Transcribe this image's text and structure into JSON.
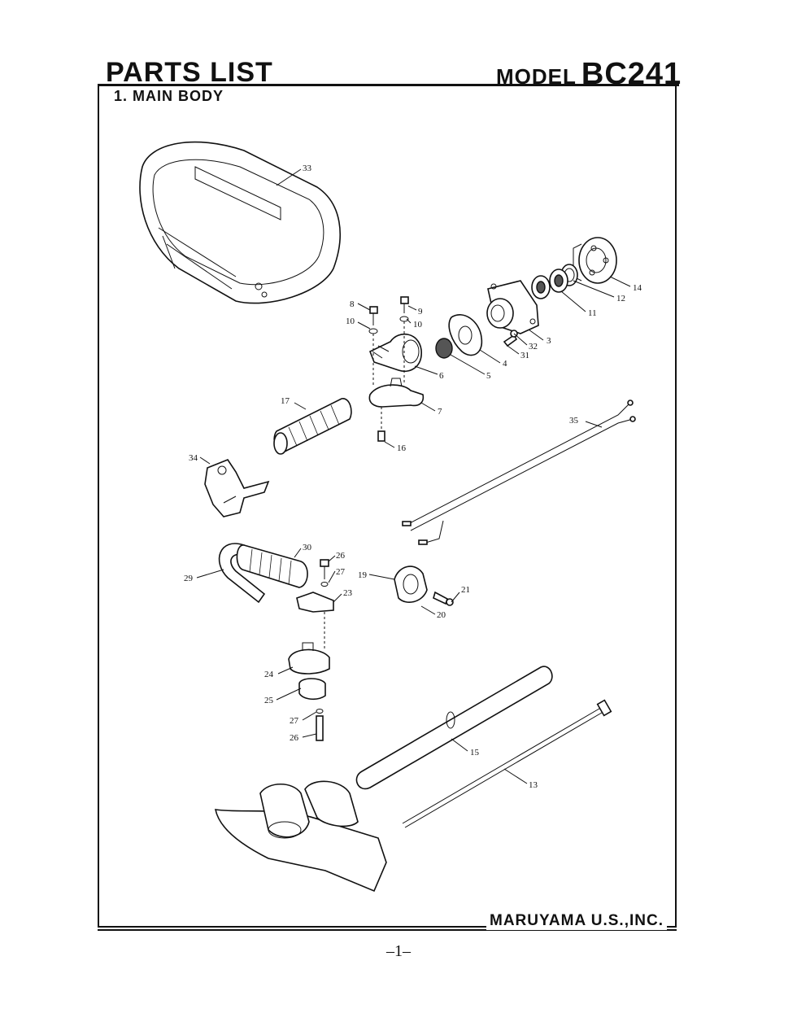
{
  "header": {
    "title": "PARTS LIST",
    "model_label": "MODEL",
    "model_number": "BC241",
    "section_title": "1. MAIN BODY"
  },
  "footer": {
    "company": "MARUYAMA U.S.,INC.",
    "page_number": "–1–"
  },
  "callouts": [
    "33",
    "14",
    "12",
    "11",
    "8",
    "9",
    "10",
    "10",
    "3",
    "32",
    "31",
    "4",
    "5",
    "6",
    "17",
    "7",
    "16",
    "35",
    "34",
    "30",
    "26",
    "27",
    "19",
    "21",
    "23",
    "20",
    "29",
    "24",
    "25",
    "27",
    "26",
    "15",
    "13"
  ]
}
